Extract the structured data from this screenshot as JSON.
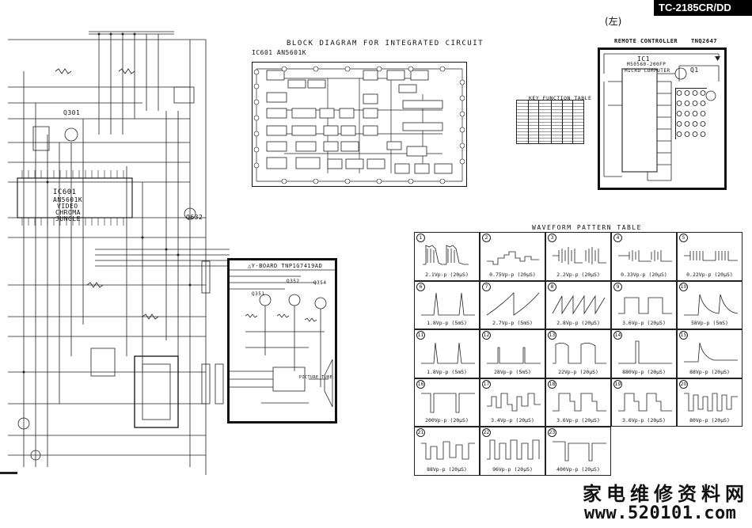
{
  "header": {
    "model": "TC-2185CR/DD",
    "side_mark": "(左)"
  },
  "block_diagram": {
    "title": "BLOCK DIAGRAM FOR INTEGRATED CIRCUIT",
    "ic_label": "IC601 AN5601K",
    "key_table_title": "KEY FUNCTION TABLE"
  },
  "remote": {
    "title": "REMOTE CONTROLLER",
    "part": "TNQ2647",
    "ic_label": "IC1",
    "ic_part": "M50560-200FP",
    "ic_type": "MICRO COMPUTER",
    "q_label": "Q1"
  },
  "main_schematic": {
    "ic_label": "IC601",
    "ic_part": "AN5601K",
    "ic_func_1": "VIDEO",
    "ic_func_2": "CHROMA",
    "ic_func_3": "JUNGLE",
    "q_label_1": "Q301",
    "q_label_2": "Q632"
  },
  "y_board": {
    "title": "△Y-BOARD TNP1G7419AD",
    "q1": "Q351",
    "q2": "Q352",
    "q3": "Q354",
    "tube_label": "PICTURE TUBE"
  },
  "waveform_table": {
    "title": "WAVEFORM PATTERN TABLE",
    "items": [
      {
        "n": "1",
        "value": "2.1Vp-p (20μS)"
      },
      {
        "n": "2",
        "value": "0.75Vp-p (20μS)"
      },
      {
        "n": "3",
        "value": "2.2Vp-p (20μS)"
      },
      {
        "n": "4",
        "value": "0.33Vp-p (20μS)"
      },
      {
        "n": "5",
        "value": "0.22Vp-p (20μS)"
      },
      {
        "n": "6",
        "value": "1.8Vp-p (5mS)"
      },
      {
        "n": "7",
        "value": "2.7Vp-p (5mS)"
      },
      {
        "n": "8",
        "value": "2.8Vp-p (20μS)"
      },
      {
        "n": "9",
        "value": "3.6Vp-p (20μS)"
      },
      {
        "n": "10",
        "value": "58Vp-p (5mS)"
      },
      {
        "n": "11",
        "value": "1.8Vp-p (5mS)"
      },
      {
        "n": "12",
        "value": "28Vp-p (5mS)"
      },
      {
        "n": "13",
        "value": "22Vp-p (20μS)"
      },
      {
        "n": "14",
        "value": "880Vp-p (20μS)"
      },
      {
        "n": "15",
        "value": "88Vp-p (20μS)"
      },
      {
        "n": "16",
        "value": "200Vp-p (20μS)"
      },
      {
        "n": "17",
        "value": "3.4Vp-p (20μS)"
      },
      {
        "n": "18",
        "value": "3.6Vp-p (20μS)"
      },
      {
        "n": "19",
        "value": "3.6Vp-p (20μS)"
      },
      {
        "n": "20",
        "value": "80Vp-p (20μS)"
      },
      {
        "n": "21",
        "value": "88Vp-p (20μS)"
      },
      {
        "n": "22",
        "value": "96Vp-p (20μS)"
      },
      {
        "n": "23",
        "value": "400Vp-p (20μS)"
      }
    ]
  },
  "footer": {
    "site_name_cn": "家电维修资料网",
    "url": "www.520101.com"
  }
}
